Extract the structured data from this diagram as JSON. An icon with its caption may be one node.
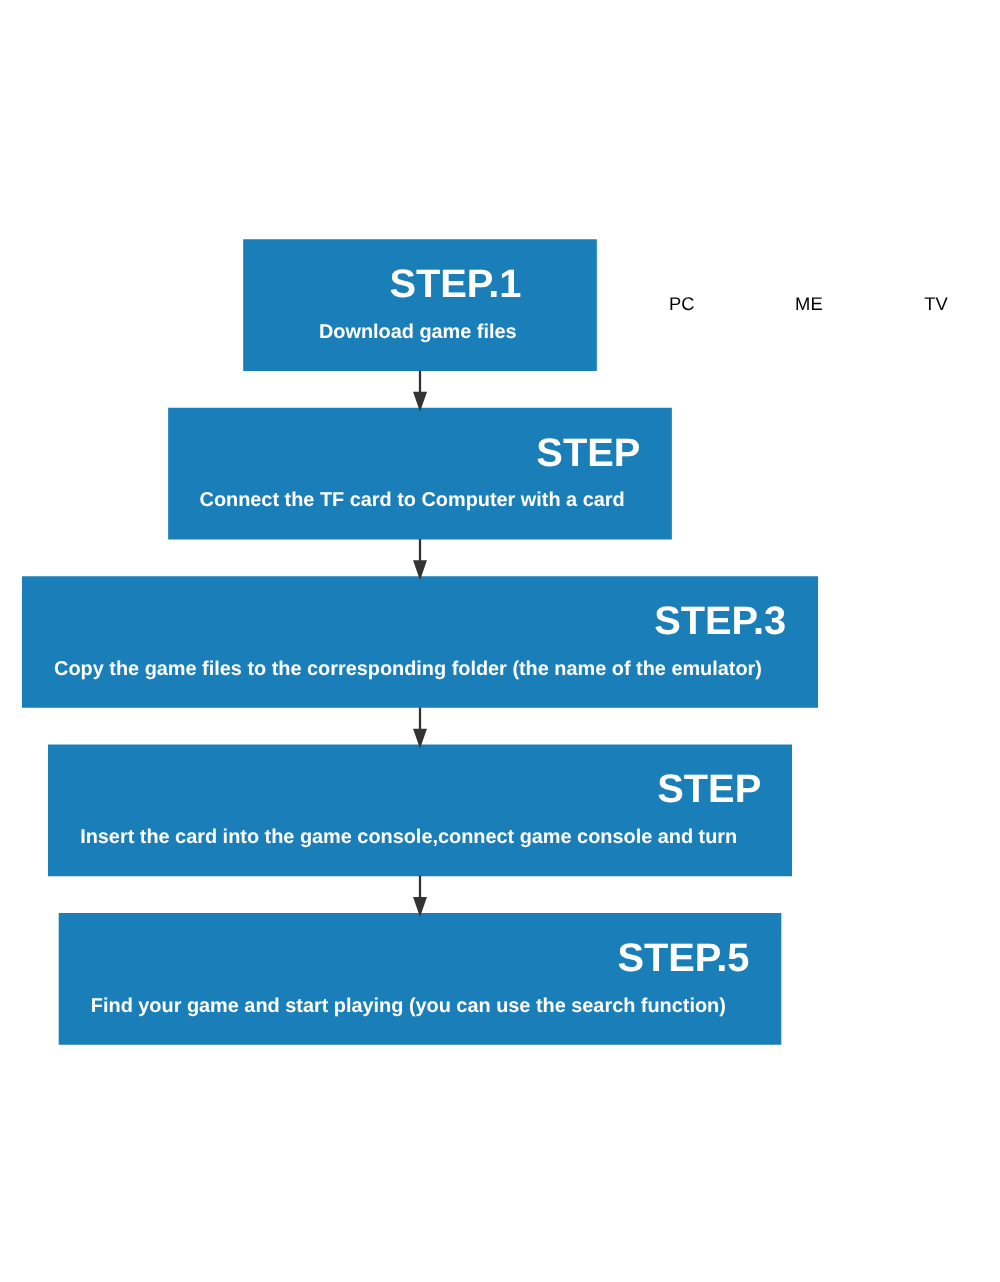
{
  "diagram": {
    "nodes": [
      {
        "text": [
          "STEP.1",
          "Download game files"
        ]
      },
      {
        "text": [
          "STEP",
          "Connect the TF card to Computer with a card"
        ]
      },
      {
        "text": [
          "STEP.3",
          "Copy the game files to the corresponding folder (the name of the emulator)"
        ]
      },
      {
        "text": [
          "STEP",
          "Insert the card into the game console,connect game console and turn"
        ]
      },
      {
        "text": [
          "STEP.5",
          "Find your game and start playing (you can use the search function)"
        ]
      }
    ],
    "edges": [
      {
        "from": 0,
        "to": 1,
        "arrow": "to"
      },
      {
        "from": 1,
        "to": 2,
        "arrow": "to"
      },
      {
        "from": 2,
        "to": 3,
        "arrow": "to"
      },
      {
        "from": 3,
        "to": 4,
        "arrow": "to"
      }
    ],
    "labels": [
      "PC",
      "ME",
      "TV"
    ]
  }
}
